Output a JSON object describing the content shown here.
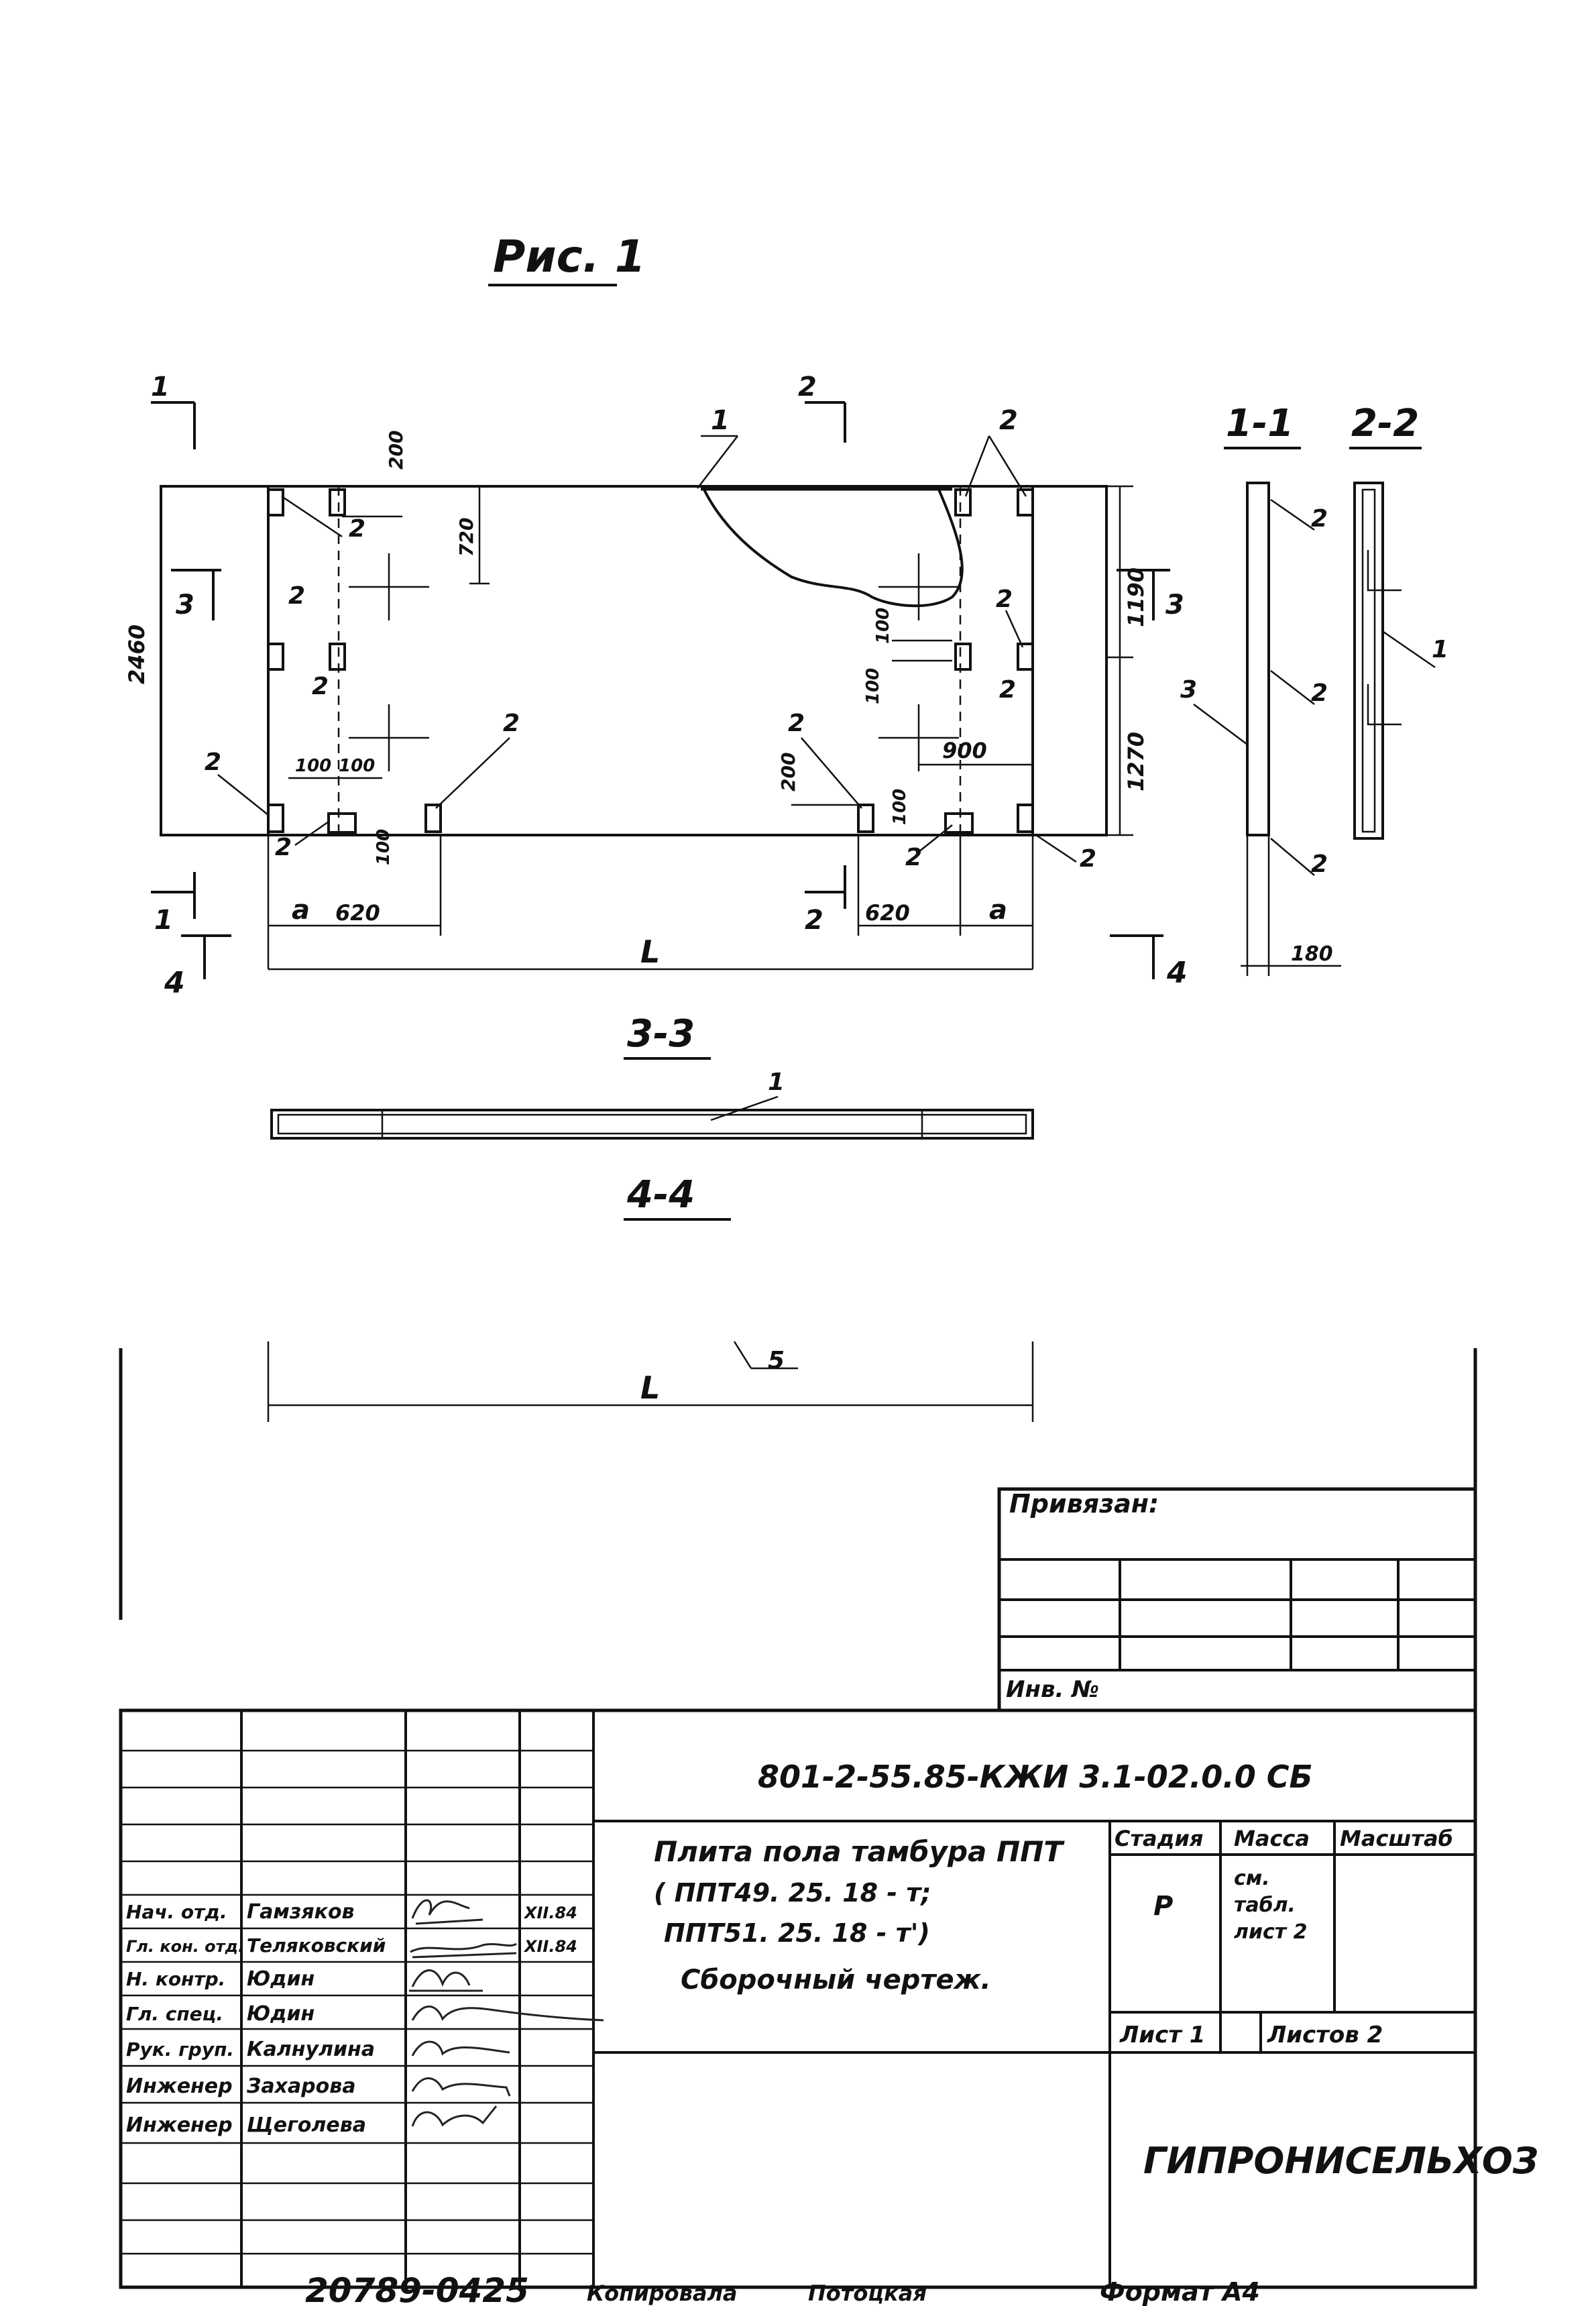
{
  "figure": {
    "title": "Рис. 1",
    "section_1_1": "1-1",
    "section_2_2": "2-2",
    "section_3_3": "3-3",
    "section_4_4": "4-4",
    "cut_marks": {
      "one": "1",
      "two": "2",
      "three": "3",
      "four": "4"
    },
    "item_labels": {
      "one": "1",
      "two": "2",
      "three": "3"
    },
    "dimensions": {
      "d200": "200",
      "d720": "720",
      "d2460": "2460",
      "d1190": "1190",
      "d1270": "1270",
      "d100": "100",
      "d900": "900",
      "d620": "620",
      "d180": "180",
      "a": "a",
      "L": "L"
    },
    "bottom_note": "5"
  },
  "stamp": {
    "privyazan": "Привязан:",
    "inv_no": "Инв. №",
    "doc_code": "801-2-55.85-КЖИ 3.1-02.0.0 СБ",
    "description": {
      "line1": "Плита пола тамбура ППТ",
      "line2": "( ППТ49. 25. 18 - т;",
      "line3": "ППТ51. 25. 18 - т')",
      "line4": "Сборочный   чертеж."
    },
    "headers": {
      "stage": "Стадия",
      "mass": "Масса",
      "scale": "Масштаб"
    },
    "values": {
      "stage": "Р",
      "mass_line1": "см.",
      "mass_line2": "табл.",
      "mass_line3": "лист 2"
    },
    "sheet": "Лист 1",
    "sheets": "Листов 2",
    "organization": "ГИПРОНИСЕЛЬХОЗ",
    "people": [
      {
        "role": "Нач. отд.",
        "name": "Гамзяков",
        "date": "XII.84"
      },
      {
        "role": "Гл. кон. отд.",
        "name": "Теляковский",
        "date": "XII.84"
      },
      {
        "role": "Н. контр.",
        "name": "Юдин",
        "date": ""
      },
      {
        "role": "Гл. спец.",
        "name": "Юдин",
        "date": ""
      },
      {
        "role": "Рук. груп.",
        "name": "Калнулина",
        "date": ""
      },
      {
        "role": "Инженер",
        "name": "Захарова",
        "date": ""
      },
      {
        "role": "Инженер",
        "name": "Щеголева",
        "date": ""
      }
    ],
    "footer": {
      "number": "20789-0425",
      "copied_label": "Копировала",
      "copied_name": "Потоцкая",
      "format": "Формат А4"
    }
  }
}
